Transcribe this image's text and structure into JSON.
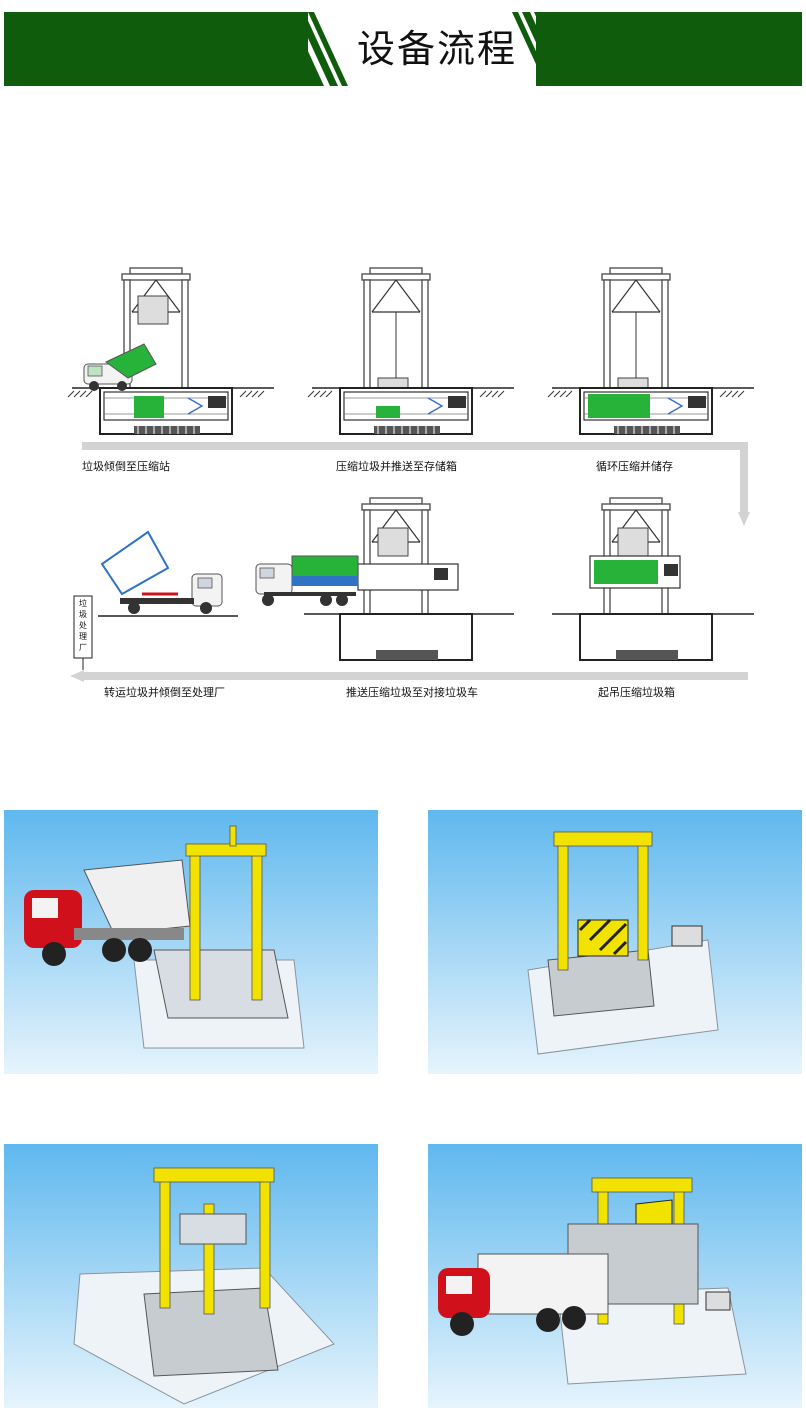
{
  "header": {
    "title": "设备流程",
    "band_color": "#0f5d0c"
  },
  "process": {
    "steps": [
      {
        "caption": "垃圾倾倒至压缩站"
      },
      {
        "caption": "压缩垃圾并推送至存储箱"
      },
      {
        "caption": "循环压缩并储存"
      },
      {
        "caption": "起吊压缩垃圾箱"
      },
      {
        "caption": "推送压缩垃圾至对接垃圾车"
      },
      {
        "caption": "转运垃圾并倾倒至处理厂"
      }
    ],
    "side_label": "垃圾处理厂"
  },
  "photos": [
    {
      "icon": "truck-dumping-into-station-render"
    },
    {
      "icon": "compactor-frame-render"
    },
    {
      "icon": "compactor-lifting-box-render"
    },
    {
      "icon": "truck-docking-render"
    }
  ],
  "colors": {
    "green": "#0f5d0c",
    "yellow": "#f2e200",
    "sky": "#5fb8ee",
    "truck_red": "#d0101a",
    "bin_green": "#27b33a"
  }
}
